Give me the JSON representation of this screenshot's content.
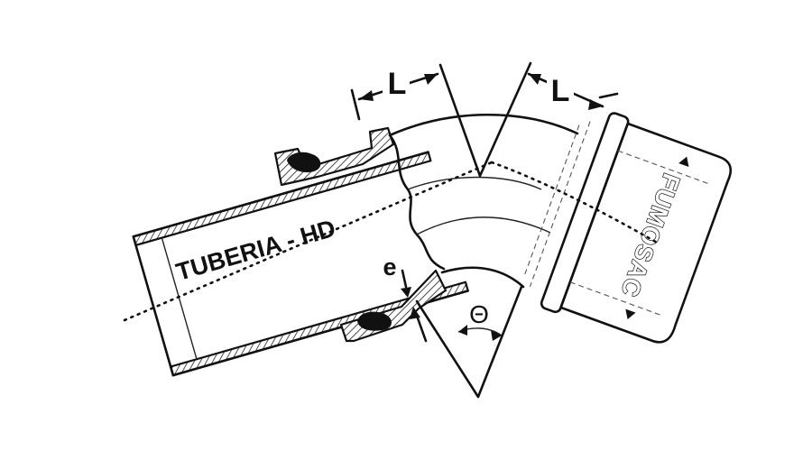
{
  "diagram": {
    "pipe_label": "TUBERIA - HD",
    "length_label": "L",
    "thickness_label": "e",
    "angle_label": "Θ",
    "brand_text": "FUMOSAC"
  },
  "colors": {
    "ink": "#111111",
    "background": "#ffffff",
    "gasket": "#111111"
  }
}
